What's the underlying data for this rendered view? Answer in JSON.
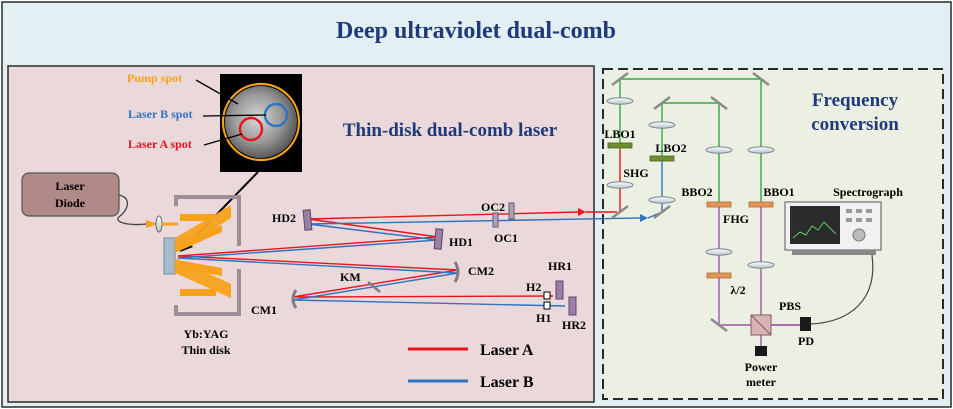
{
  "title": "Deep ultraviolet dual-comb",
  "laser_section": {
    "title": "Thin-disk dual-comb laser"
  },
  "conversion_section": {
    "title_line1": "Frequency",
    "title_line2": "conversion"
  },
  "inset": {
    "pump_label": "Pump spot",
    "laser_b_label": "Laser B spot",
    "laser_a_label": "Laser A spot"
  },
  "diode": {
    "line1": "Laser",
    "line2": "Diode"
  },
  "disk": {
    "line1": "Yb:YAG",
    "line2": "Thin disk"
  },
  "components": {
    "hd2": "HD2",
    "hd1": "HD1",
    "oc2": "OC2",
    "oc1": "OC1",
    "cm2": "CM2",
    "cm1": "CM1",
    "km": "KM",
    "h2": "H2",
    "h1": "H1",
    "hr1": "HR1",
    "hr2": "HR2",
    "lbo1": "LBO1",
    "lbo2": "LBO2",
    "shg": "SHG",
    "bbo2": "BBO2",
    "bbo1": "BBO1",
    "fhg": "FHG",
    "half_wave": "λ/2",
    "pbs": "PBS",
    "pd": "PD",
    "power_meter_line1": "Power",
    "power_meter_line2": "meter",
    "spectrograph": "Spectrograph"
  },
  "legend": {
    "laser_a": "Laser A",
    "laser_b": "Laser B"
  },
  "colors": {
    "laser_a": "#e8141c",
    "laser_b": "#2f74c0",
    "green_beam": "#2eaa3c",
    "uv_beam": "#9b59a6",
    "pump": "#f7a21b",
    "title_text": "#1f3a7a",
    "outer_bg": "#e2eff3",
    "laser_bg": "#ead8da",
    "conv_bg": "#ebf0e3"
  }
}
